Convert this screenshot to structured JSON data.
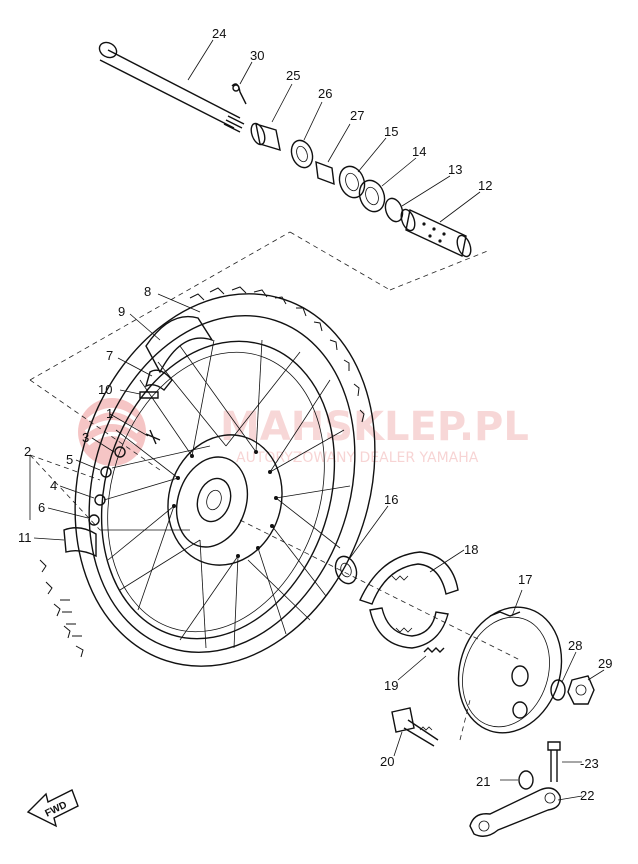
{
  "watermark": {
    "brand": "MAHSKLEP.PL",
    "subtitle": "AUTORYZOWANY DEALER YAMAHA",
    "color": "#e35b5b"
  },
  "fwd_label": "FWD",
  "callouts": [
    {
      "id": "24",
      "text": "24"
    },
    {
      "id": "30",
      "text": "30"
    },
    {
      "id": "25",
      "text": "25"
    },
    {
      "id": "26",
      "text": "26"
    },
    {
      "id": "27",
      "text": "27"
    },
    {
      "id": "15",
      "text": "15"
    },
    {
      "id": "14",
      "text": "14"
    },
    {
      "id": "13",
      "text": "13"
    },
    {
      "id": "12",
      "text": "12"
    },
    {
      "id": "8",
      "text": "8"
    },
    {
      "id": "9",
      "text": "9"
    },
    {
      "id": "7",
      "text": "7"
    },
    {
      "id": "10",
      "text": "10"
    },
    {
      "id": "1",
      "text": "1"
    },
    {
      "id": "3",
      "text": "3"
    },
    {
      "id": "2",
      "text": "2"
    },
    {
      "id": "5",
      "text": "5"
    },
    {
      "id": "4",
      "text": "4"
    },
    {
      "id": "6",
      "text": "6"
    },
    {
      "id": "11",
      "text": "11"
    },
    {
      "id": "16",
      "text": "16"
    },
    {
      "id": "18",
      "text": "18"
    },
    {
      "id": "17",
      "text": "17"
    },
    {
      "id": "28",
      "text": "28"
    },
    {
      "id": "29",
      "text": "29"
    },
    {
      "id": "19",
      "text": "19"
    },
    {
      "id": "20",
      "text": "20"
    },
    {
      "id": "21",
      "text": "21"
    },
    {
      "id": "23",
      "text": "-23"
    },
    {
      "id": "22",
      "text": "22"
    }
  ]
}
